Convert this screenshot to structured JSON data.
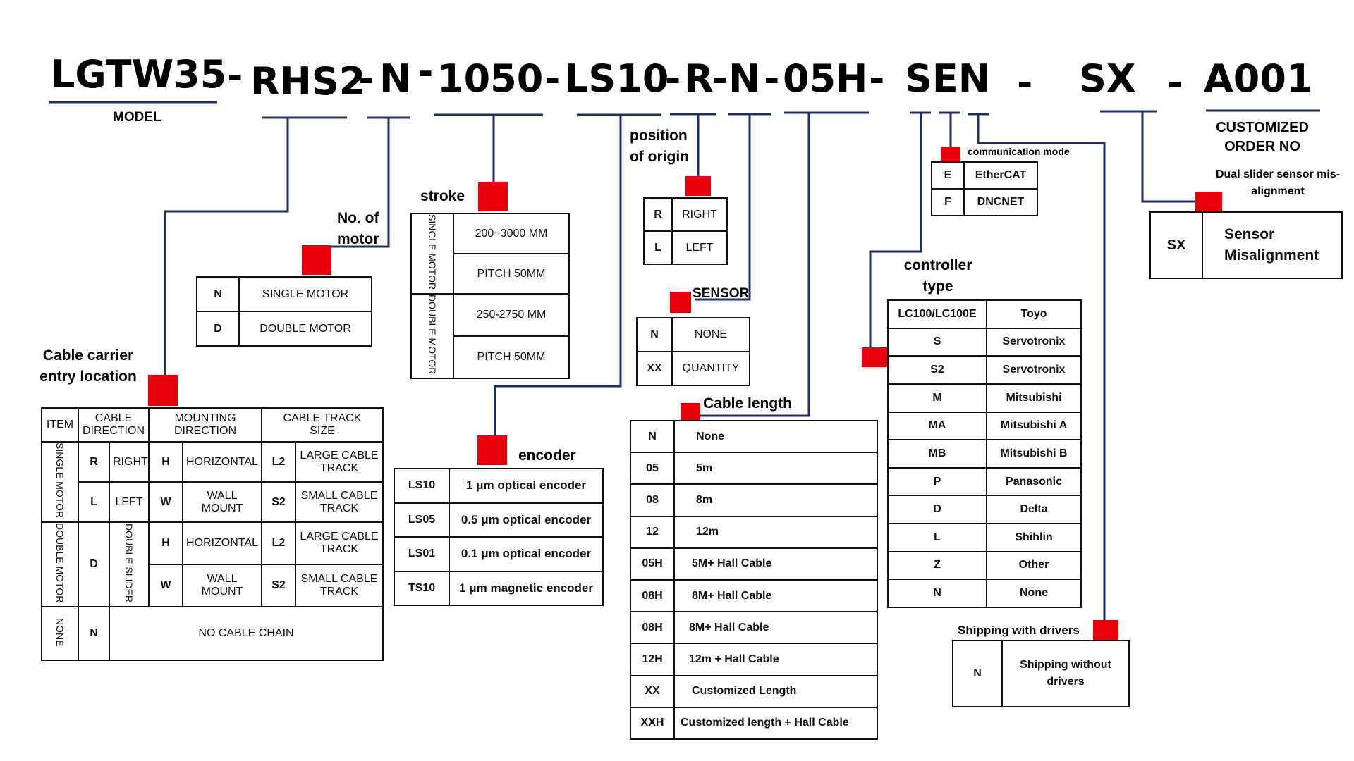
{
  "code": {
    "s1": "LGTW35",
    "d1": "-",
    "s2": "RHS2",
    "d2": "-",
    "s3": "N",
    "d3": "-",
    "s4": "1050",
    "d4": "-",
    "s5": "LS10",
    "d5": "-",
    "s6": "R",
    "d6": "-",
    "s7": "N",
    "d7": "-",
    "s8": "05H",
    "d8": "-",
    "s9": "SEN",
    "d9": "-",
    "s10": "SX",
    "d10": "-",
    "s11": "A001"
  },
  "labels": {
    "model": "MODEL",
    "customized": "CUSTOMIZED\nORDER NO",
    "no_of_motor": "No. of\nmotor",
    "stroke": "stroke",
    "position_of_origin": "position\nof origin",
    "sensor": "SENSOR",
    "communication_mode": "communication  mode",
    "dual_slider": "Dual slider sensor mis-\nalignment",
    "cable_carrier": "Cable carrier\nentry location",
    "encoder": "encoder",
    "cable_length": "Cable length",
    "controller_type": "controller\ntype",
    "shipping_with_drivers": "Shipping with drivers"
  },
  "motor_table": [
    {
      "code": "N",
      "desc": "SINGLE MOTOR"
    },
    {
      "code": "D",
      "desc": "DOUBLE MOTOR"
    }
  ],
  "stroke_table": {
    "single_label": "SINGLE MOTOR",
    "double_label": "DOUBLE MOTOR",
    "single_range": "200~3000 MM",
    "single_pitch": "PITCH 50MM",
    "double_range": "250-2750 MM",
    "double_pitch": "PITCH 50MM"
  },
  "origin_table": [
    {
      "code": "R",
      "desc": "RIGHT"
    },
    {
      "code": "L",
      "desc": "LEFT"
    }
  ],
  "sensor_table": [
    {
      "code": "N",
      "desc": "NONE"
    },
    {
      "code": "XX",
      "desc": "QUANTITY"
    }
  ],
  "comm_table": [
    {
      "code": "E",
      "desc": "EtherCAT"
    },
    {
      "code": "F",
      "desc": "DNCNET"
    }
  ],
  "sx_table": {
    "code": "SX",
    "desc": "Sensor\nMisalignment"
  },
  "cable_table": {
    "h_item": "ITEM",
    "h_dir": "CABLE\nDIRECTION",
    "h_mount": "MOUNTING\nDIRECTION",
    "h_track": "CABLE TRACK\nSIZE",
    "single": "SINGLE MOTOR",
    "double": "DOUBLE MOTOR",
    "none": "NONE",
    "r_code": "R",
    "r_desc": "RIGHT",
    "l_code": "L",
    "l_desc": "LEFT",
    "d_code": "D",
    "d_desc": "DOUBLE SLIDER",
    "n_code": "N",
    "n_desc": "NO CABLE CHAIN",
    "h_code": "H",
    "h_desc": "HORIZONTAL",
    "w_code": "W",
    "w_desc": "WALL MOUNT",
    "h2_desc": "HORIZONTAL",
    "w2_desc": "WALL MOUNT",
    "l2_code": "L2",
    "l2_desc": "LARGE CABLE TRACK",
    "s2_code": "S2",
    "s2_desc": "SMALL CABLE TRACK",
    "l2b_code": "L2",
    "l2b_desc": "LARGE CABLE TRACK",
    "s2b_code": "S2",
    "s2b_desc": "SMALL CABLE TRACK"
  },
  "encoder_table": [
    {
      "code": "LS10",
      "desc": "1 μm optical encoder"
    },
    {
      "code": "LS05",
      "desc": "0.5 μm optical encoder"
    },
    {
      "code": "LS01",
      "desc": "0.1 μm optical encoder"
    },
    {
      "code": "TS10",
      "desc": "1 μm magnetic encoder"
    }
  ],
  "length_table": [
    {
      "code": "N",
      "desc": "None"
    },
    {
      "code": "05",
      "desc": "5m"
    },
    {
      "code": "08",
      "desc": "8m"
    },
    {
      "code": "12",
      "desc": "12m"
    },
    {
      "code": "05H",
      "desc": "5M+ Hall Cable"
    },
    {
      "code": "08H",
      "desc": "8M+ Hall Cable"
    },
    {
      "code": "08H",
      "desc": "8M+ Hall Cable"
    },
    {
      "code": "12H",
      "desc": "12m + Hall Cable"
    },
    {
      "code": "XX",
      "desc": "Customized Length"
    },
    {
      "code": "XXH",
      "desc": "Customized length + Hall Cable"
    }
  ],
  "controller_table": [
    {
      "code": "LC100/LC100E",
      "desc": "Toyo"
    },
    {
      "code": "S",
      "desc": "Servotronix"
    },
    {
      "code": "S2",
      "desc": "Servotronix"
    },
    {
      "code": "M",
      "desc": "Mitsubishi"
    },
    {
      "code": "MA",
      "desc": "Mitsubishi A"
    },
    {
      "code": "MB",
      "desc": "Mitsubishi B"
    },
    {
      "code": "P",
      "desc": "Panasonic"
    },
    {
      "code": "D",
      "desc": "Delta"
    },
    {
      "code": "L",
      "desc": "Shihlin"
    },
    {
      "code": "Z",
      "desc": "Other"
    },
    {
      "code": "N",
      "desc": "None"
    }
  ],
  "shipping_table": {
    "code": "N",
    "desc": "Shipping without\ndrivers"
  },
  "colors": {
    "line": "#1f2d6b",
    "marker": "#e8000d"
  }
}
